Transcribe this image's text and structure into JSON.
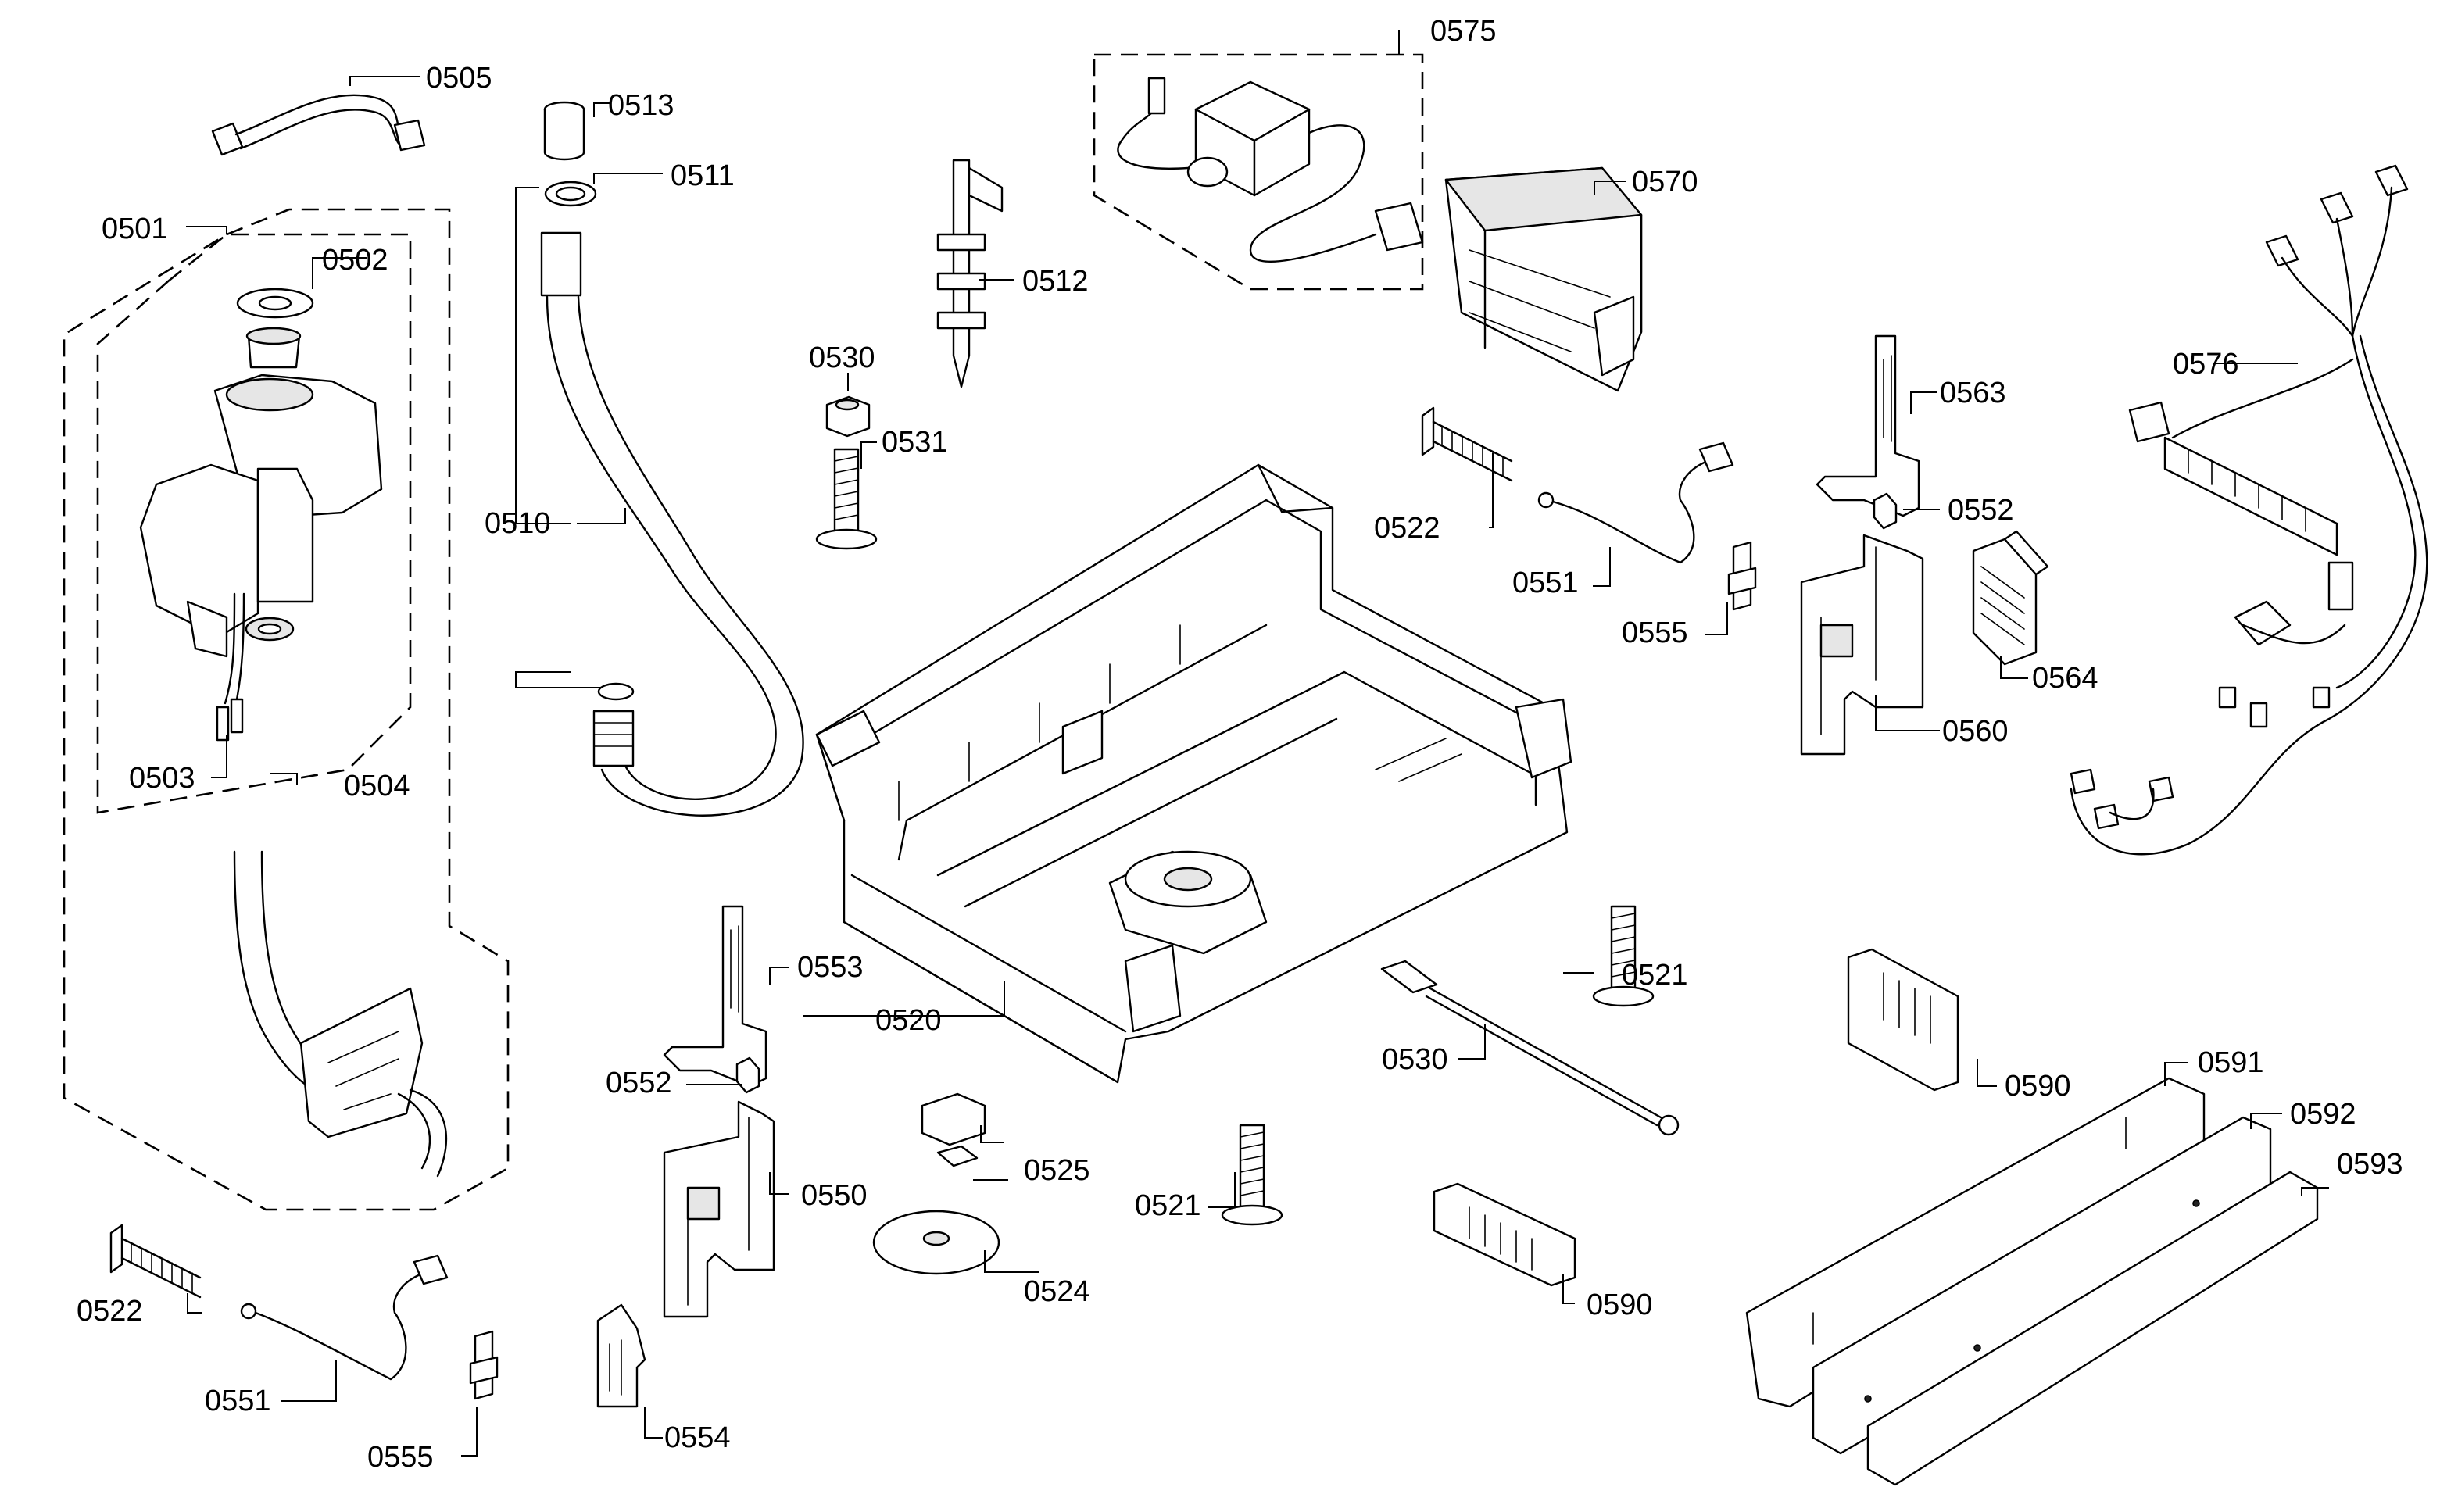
{
  "part_labels": {
    "p0501": "0501",
    "p0502": "0502",
    "p0503": "0503",
    "p0504": "0504",
    "p0505": "0505",
    "p0510": "0510",
    "p0511": "0511",
    "p0512": "0512",
    "p0513": "0513",
    "p0520": "0520",
    "p0521a": "0521",
    "p0521b": "0521",
    "p0522a": "0522",
    "p0522b": "0522",
    "p0524": "0524",
    "p0525": "0525",
    "p0530a": "0530",
    "p0530b": "0530",
    "p0531": "0531",
    "p0550": "0550",
    "p0551a": "0551",
    "p0551b": "0551",
    "p0552a": "0552",
    "p0552b": "0552",
    "p0553": "0553",
    "p0554": "0554",
    "p0555a": "0555",
    "p0555b": "0555",
    "p0560": "0560",
    "p0563": "0563",
    "p0564": "0564",
    "p0570": "0570",
    "p0575": "0575",
    "p0576": "0576",
    "p0590a": "0590",
    "p0590b": "0590",
    "p0591": "0591",
    "p0592": "0592",
    "p0593": "0593"
  }
}
